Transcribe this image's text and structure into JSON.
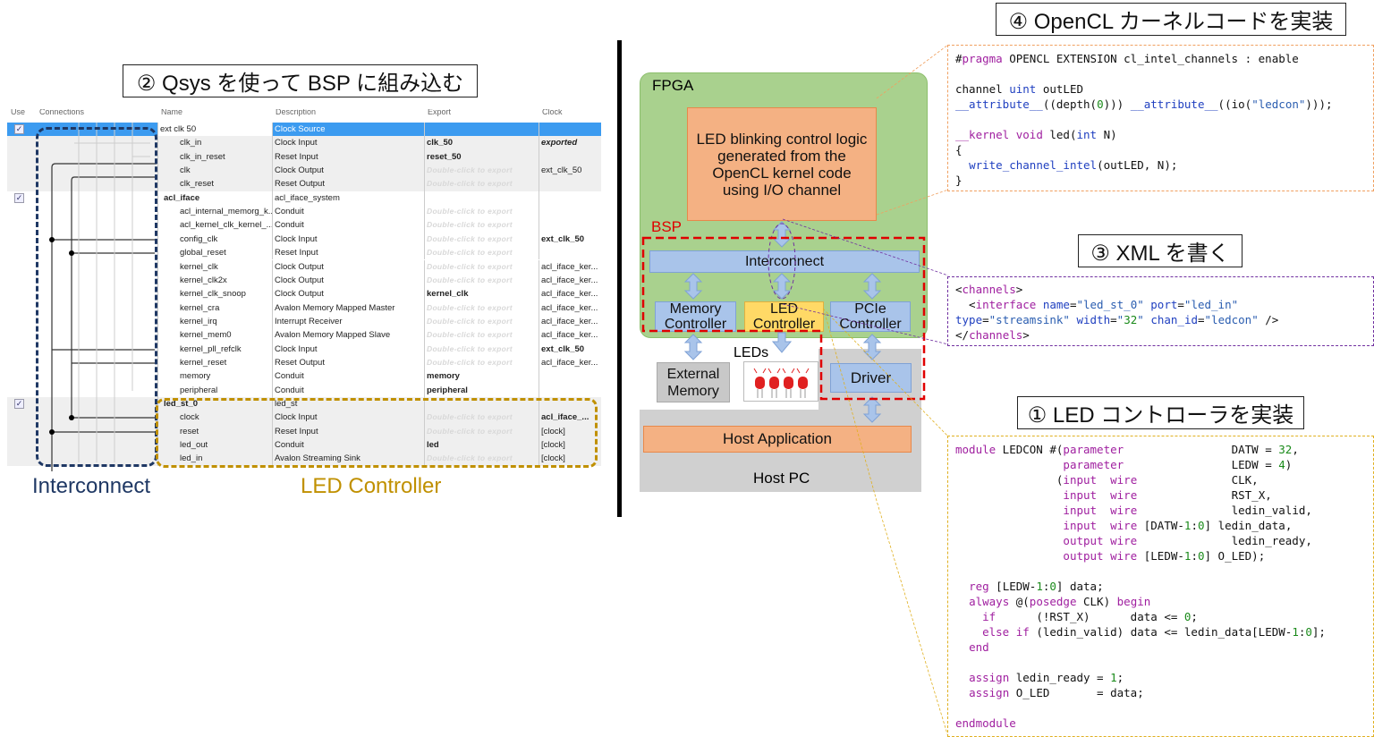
{
  "titles": {
    "qsys": "② Qsys を使って BSP に組み込む",
    "opencl": "④ OpenCL カーネルコードを実装",
    "xml": "③ XML を書く",
    "led": "① LED コントローラを実装"
  },
  "qsys_table": {
    "headers": [
      "Use",
      "Connections",
      "Name",
      "Description",
      "Export",
      "Clock"
    ],
    "rows": [
      {
        "name": "ext clk 50",
        "desc": "Clock Source",
        "export": "",
        "clock": "",
        "checked": true,
        "selected": true
      },
      {
        "name": "clk_in",
        "desc": "Clock Input",
        "export": "clk_50",
        "clock": "exported"
      },
      {
        "name": "clk_in_reset",
        "desc": "Reset Input",
        "export": "reset_50",
        "clock": ""
      },
      {
        "name": "clk",
        "desc": "Clock Output",
        "export": "Double-click to export",
        "clock": "ext_clk_50"
      },
      {
        "name": "clk_reset",
        "desc": "Reset Output",
        "export": "Double-click to export",
        "clock": ""
      },
      {
        "name": "acl_iface",
        "desc": "acl_iface_system",
        "export": "",
        "clock": "",
        "checked": true,
        "group": true
      },
      {
        "name": "acl_internal_memorg_k...",
        "desc": "Conduit",
        "export": "Double-click to export",
        "clock": ""
      },
      {
        "name": "acl_kernel_clk_kernel_...",
        "desc": "Conduit",
        "export": "Double-click to export",
        "clock": ""
      },
      {
        "name": "config_clk",
        "desc": "Clock Input",
        "export": "Double-click to export",
        "clock": "ext_clk_50"
      },
      {
        "name": "global_reset",
        "desc": "Reset Input",
        "export": "Double-click to export",
        "clock": ""
      },
      {
        "name": "kernel_clk",
        "desc": "Clock Output",
        "export": "Double-click to export",
        "clock": "acl_iface_ker..."
      },
      {
        "name": "kernel_clk2x",
        "desc": "Clock Output",
        "export": "Double-click to export",
        "clock": "acl_iface_ker..."
      },
      {
        "name": "kernel_clk_snoop",
        "desc": "Clock Output",
        "export": "kernel_clk",
        "clock": "acl_iface_ker..."
      },
      {
        "name": "kernel_cra",
        "desc": "Avalon Memory Mapped Master",
        "export": "Double-click to export",
        "clock": "acl_iface_ker..."
      },
      {
        "name": "kernel_irq",
        "desc": "Interrupt Receiver",
        "export": "Double-click to export",
        "clock": "acl_iface_ker..."
      },
      {
        "name": "kernel_mem0",
        "desc": "Avalon Memory Mapped Slave",
        "export": "Double-click to export",
        "clock": "acl_iface_ker..."
      },
      {
        "name": "kernel_pll_refclk",
        "desc": "Clock Input",
        "export": "Double-click to export",
        "clock": "ext_clk_50"
      },
      {
        "name": "kernel_reset",
        "desc": "Reset Output",
        "export": "Double-click to export",
        "clock": "acl_iface_ker..."
      },
      {
        "name": "memory",
        "desc": "Conduit",
        "export": "memory",
        "clock": ""
      },
      {
        "name": "peripheral",
        "desc": "Conduit",
        "export": "peripheral",
        "clock": ""
      },
      {
        "name": "led_st_0",
        "desc": "led_st",
        "export": "",
        "clock": "",
        "checked": true,
        "group": true
      },
      {
        "name": "clock",
        "desc": "Clock Input",
        "export": "Double-click to export",
        "clock": "acl_iface_..."
      },
      {
        "name": "reset",
        "desc": "Reset Input",
        "export": "Double-click to export",
        "clock": "[clock]"
      },
      {
        "name": "led_out",
        "desc": "Conduit",
        "export": "led",
        "clock": "[clock]"
      },
      {
        "name": "led_in",
        "desc": "Avalon Streaming Sink",
        "export": "Double-click to export",
        "clock": "[clock]"
      }
    ]
  },
  "labels": {
    "interconnect": "Interconnect",
    "led_controller": "LED Controller"
  },
  "diagram": {
    "fpga": "FPGA",
    "kernel_logic": "LED blinking control logic generated from the OpenCL kernel code using I/O channel",
    "bsp": "BSP",
    "interconnect": "Interconnect",
    "memory_controller": "Memory Controller",
    "led_controller": "LED Controller",
    "pcie_controller": "PCIe Controller",
    "leds": "LEDs",
    "external_memory": "External Memory",
    "driver": "Driver",
    "host_application": "Host Application",
    "host_pc": "Host PC"
  },
  "code": {
    "opencl": [
      "#pragma OPENCL EXTENSION cl_intel_channels : enable",
      "",
      "channel uint outLED",
      "__attribute__((depth(0))) __attribute__((io(\"ledcon\")));",
      "",
      "__kernel void led(int N)",
      "{",
      "  write_channel_intel(outLED, N);",
      "}"
    ],
    "xml": [
      "<channels>",
      "  <interface name=\"led_st_0\" port=\"led_in\"",
      "type=\"streamsink\" width=\"32\" chan_id=\"ledcon\" />",
      "</channels>"
    ],
    "verilog": [
      "module LEDCON #(parameter                DATW = 32,",
      "                parameter                LEDW = 4)",
      "               (input  wire              CLK,",
      "                input  wire              RST_X,",
      "                input  wire              ledin_valid,",
      "                input  wire [DATW-1:0] ledin_data,",
      "                output wire              ledin_ready,",
      "                output wire [LEDW-1:0] O_LED);",
      "",
      "  reg [LEDW-1:0] data;",
      "  always @(posedge CLK) begin",
      "    if      (!RST_X)      data <= 0;",
      "    else if (ledin_valid) data <= ledin_data[LEDW-1:0];",
      "  end",
      "",
      "  assign ledin_ready = 1;",
      "  assign O_LED       = data;",
      "",
      "endmodule"
    ]
  },
  "colors": {
    "fpga": "#a9d18e",
    "kernel": "#f4b183",
    "bsp_border": "#e00000",
    "block": "#a9c4ea",
    "led_block": "#ffd966",
    "host": "#d0d0d0",
    "interconnect_frame": "#1f3864",
    "led_frame": "#c09000"
  }
}
